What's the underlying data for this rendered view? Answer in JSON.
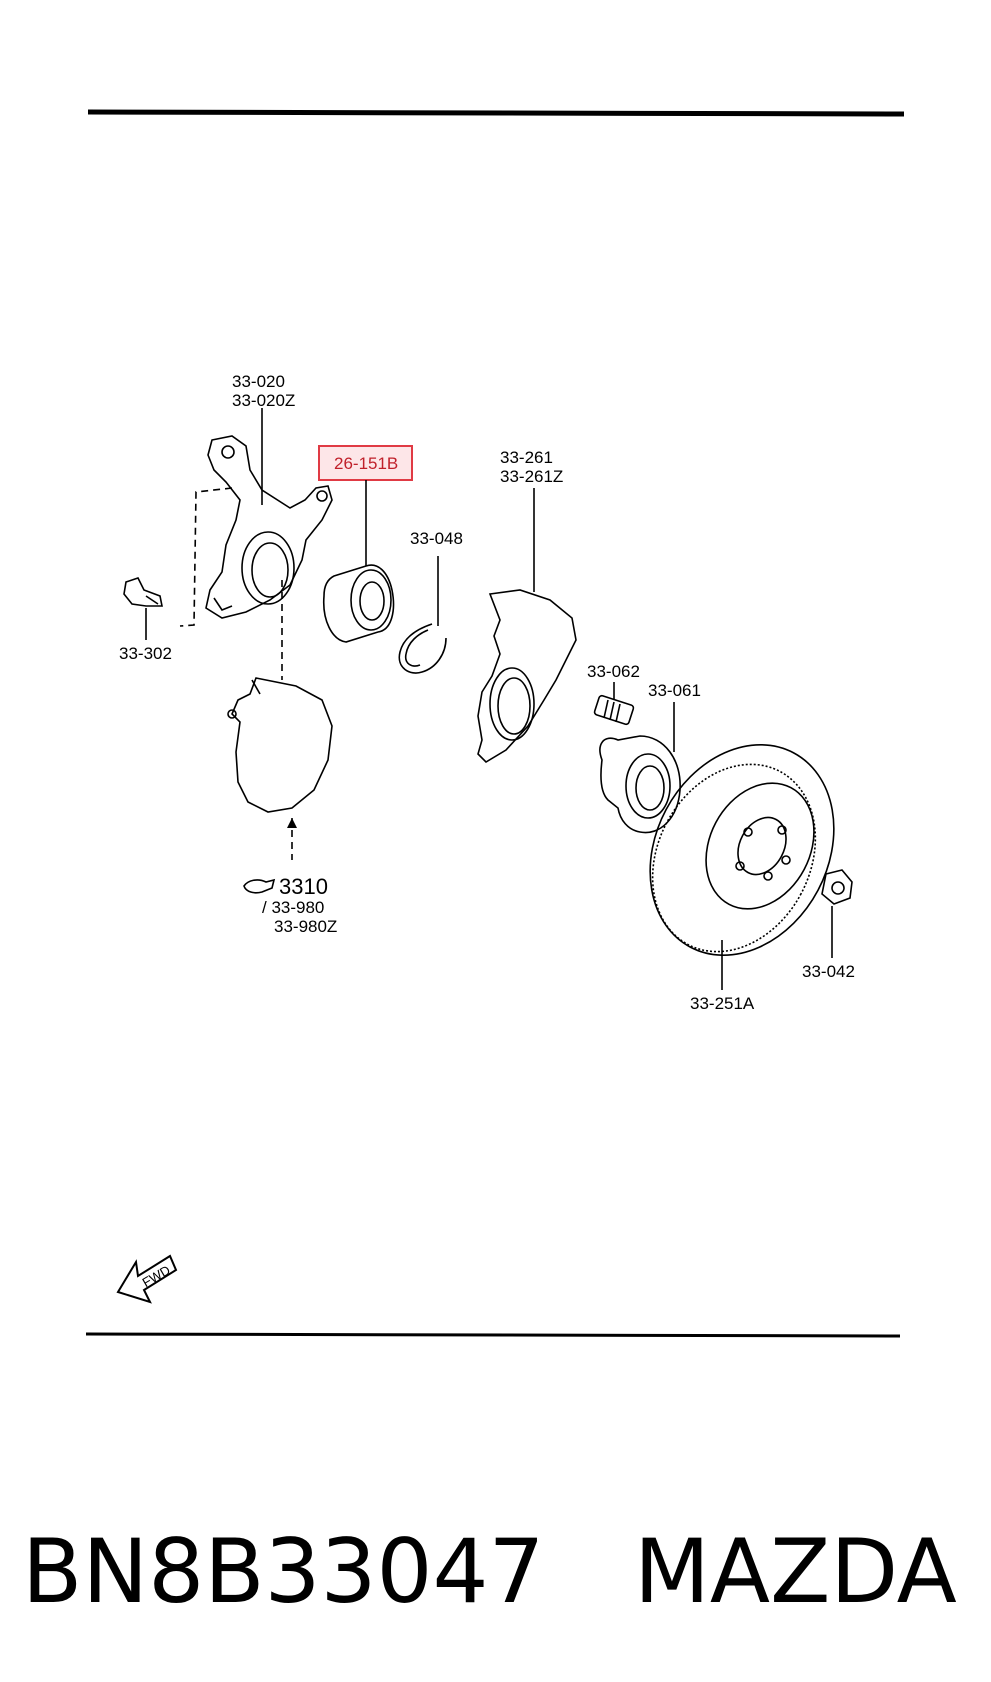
{
  "labels": {
    "knuckle": [
      "33-020",
      "33-020Z"
    ],
    "bearing": "26-151B",
    "dust_cover": [
      "33-261",
      "33-261Z"
    ],
    "snap_ring": "33-048",
    "bolt": "33-302",
    "stud": "33-062",
    "hub": "33-061",
    "drive_shaft_ref": "3310",
    "dust_boot": [
      "/ 33-980",
      "33-980Z"
    ],
    "disc": "33-251A",
    "nut": "33-042"
  },
  "highlight_color": "#e03a44",
  "highlight_fill": "#fde6e8",
  "fwd_label": "FWD",
  "footer": {
    "part_number": "BN8B33047",
    "brand": "MAZDA"
  }
}
